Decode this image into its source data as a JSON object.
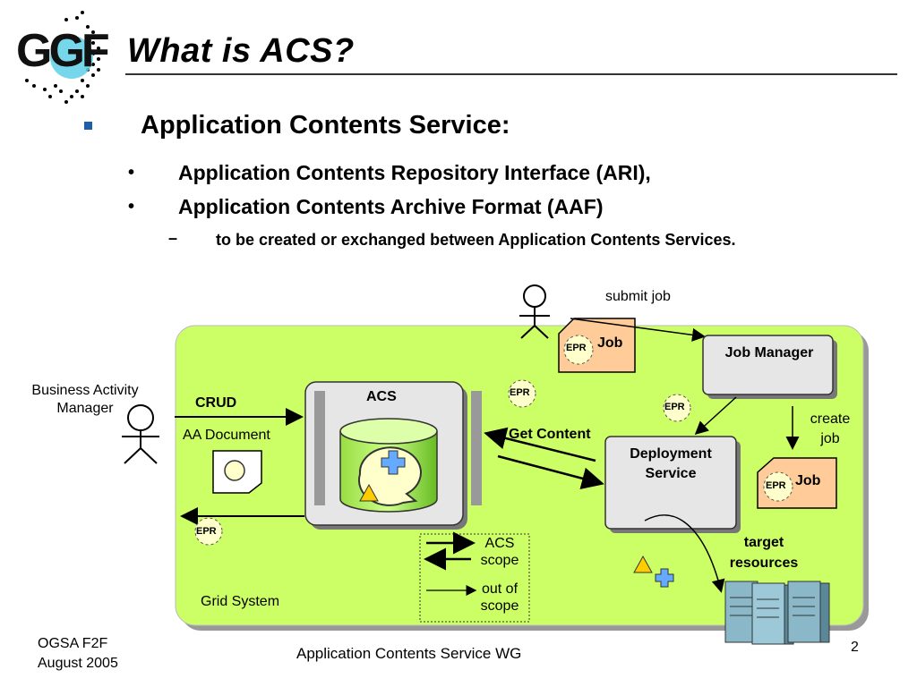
{
  "slide": {
    "title": "What is ACS?",
    "bullet1": "Application Contents Service:",
    "bullet2": "Application Contents Repository Interface (ARI),",
    "bullet3": "Application Contents Archive Format (AAF)",
    "bullet4": "to be created or exchanged between Application Contents Services."
  },
  "logo": {
    "text": "GGF"
  },
  "diagram": {
    "submit_job": "submit job",
    "epr": "EPR",
    "job": "Job",
    "job_manager": "Job Manager",
    "business_activity_manager": "Business Activity Manager",
    "crud": "CRUD",
    "aa_document": "AA Document",
    "acs": "ACS",
    "get_content": "Get Content",
    "deployment_service": "Deployment Service",
    "create_job": "create job",
    "target_resources": "target resources",
    "grid_system": "Grid System",
    "legend_acs_scope": "ACS scope",
    "legend_out_of_scope": "out of scope",
    "colors": {
      "grid": "#ccff66",
      "job_doc": "#ffcc99",
      "epr": "#ffffcc",
      "box": "#e6e6e6",
      "blue": "#1f5fa8"
    }
  },
  "footer": {
    "left": "OGSA F2F\nAugust 2005",
    "center": "Application Contents Service WG",
    "page": "2"
  }
}
